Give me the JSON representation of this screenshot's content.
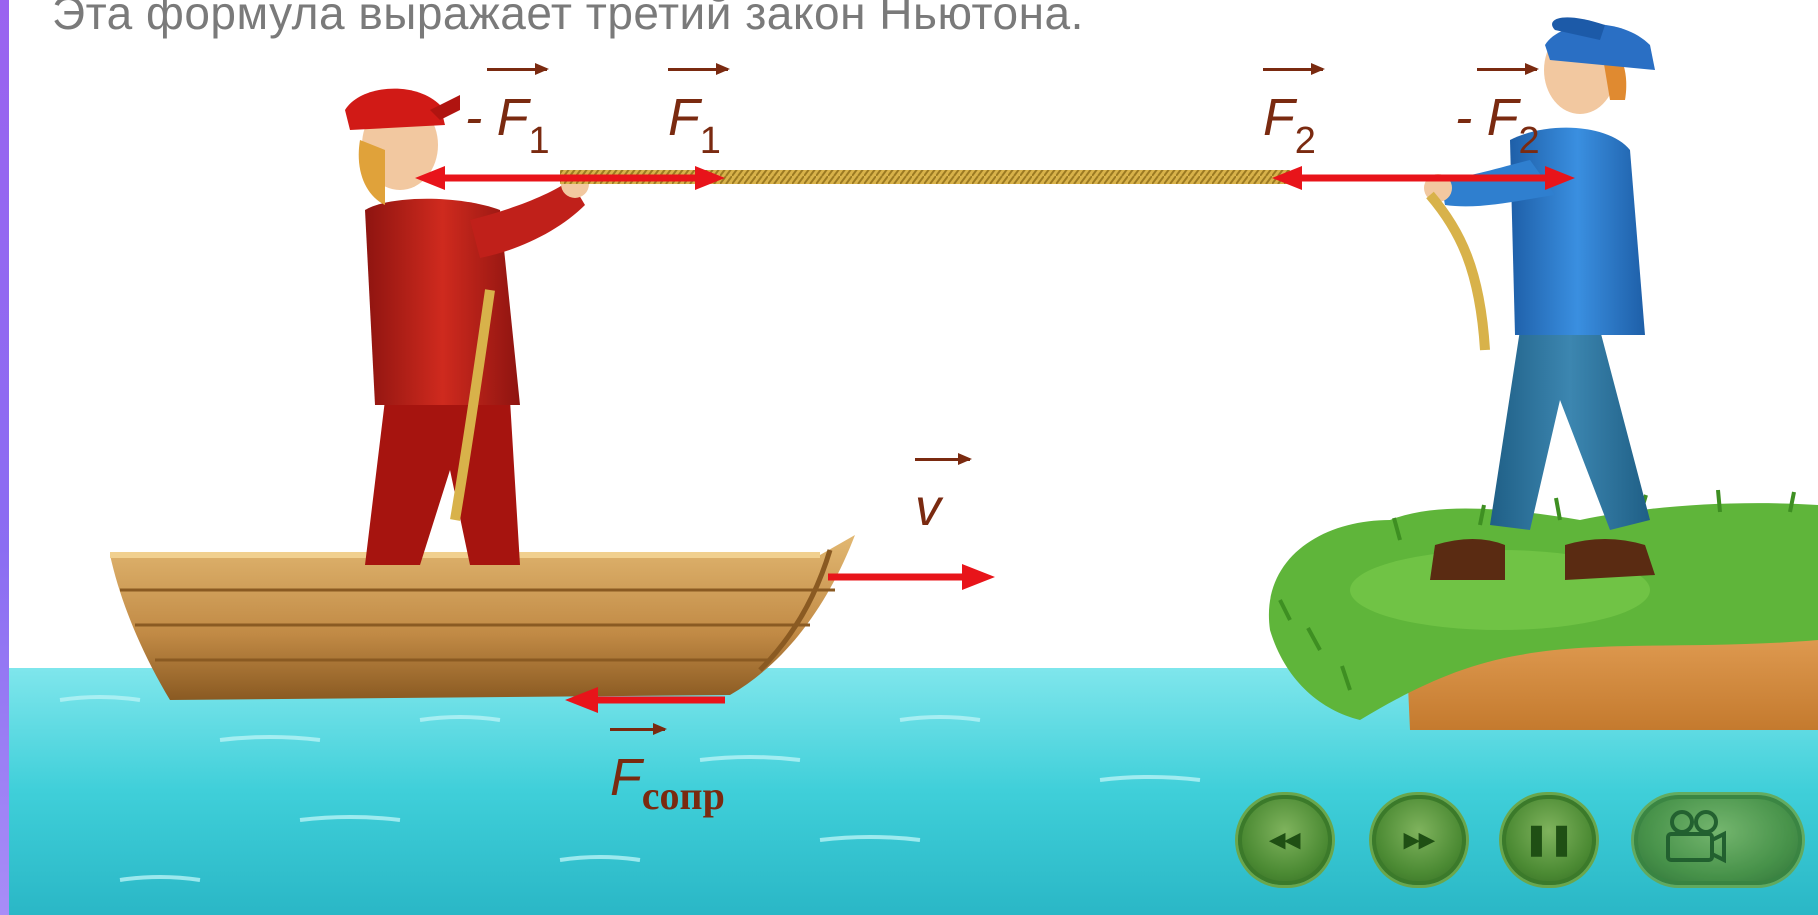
{
  "caption": "Эта формула выражает третий закон Ньютона.",
  "labels": {
    "neg_f1": {
      "sign": "- ",
      "letter": "F",
      "sub": "1"
    },
    "f1": {
      "letter": "F",
      "sub": "1"
    },
    "f2": {
      "letter": "F",
      "sub": "2"
    },
    "neg_f2": {
      "sign": "- ",
      "letter": "F",
      "sub": "2"
    },
    "v": {
      "letter": "v"
    },
    "f_sopr": {
      "letter": "F",
      "sub": "сопр"
    }
  },
  "controls": [
    {
      "id": "rewind",
      "icon": "rewind-icon",
      "glyph": "◂◂"
    },
    {
      "id": "fast-forward",
      "icon": "fast-forward-icon",
      "glyph": "▸▸"
    },
    {
      "id": "pause",
      "icon": "pause-icon",
      "glyph": "❚❚"
    },
    {
      "id": "camera",
      "icon": "film-camera-icon",
      "glyph": ""
    }
  ],
  "colors": {
    "force_arrow": "#e8141a",
    "label": "#7a2a10",
    "water": "#4fd3dd",
    "grass": "#5fb53a",
    "boat": "#c99a52",
    "red_person": "#c0201a",
    "blue_person": "#2c7fd0",
    "control_green": "#4b8a33"
  }
}
